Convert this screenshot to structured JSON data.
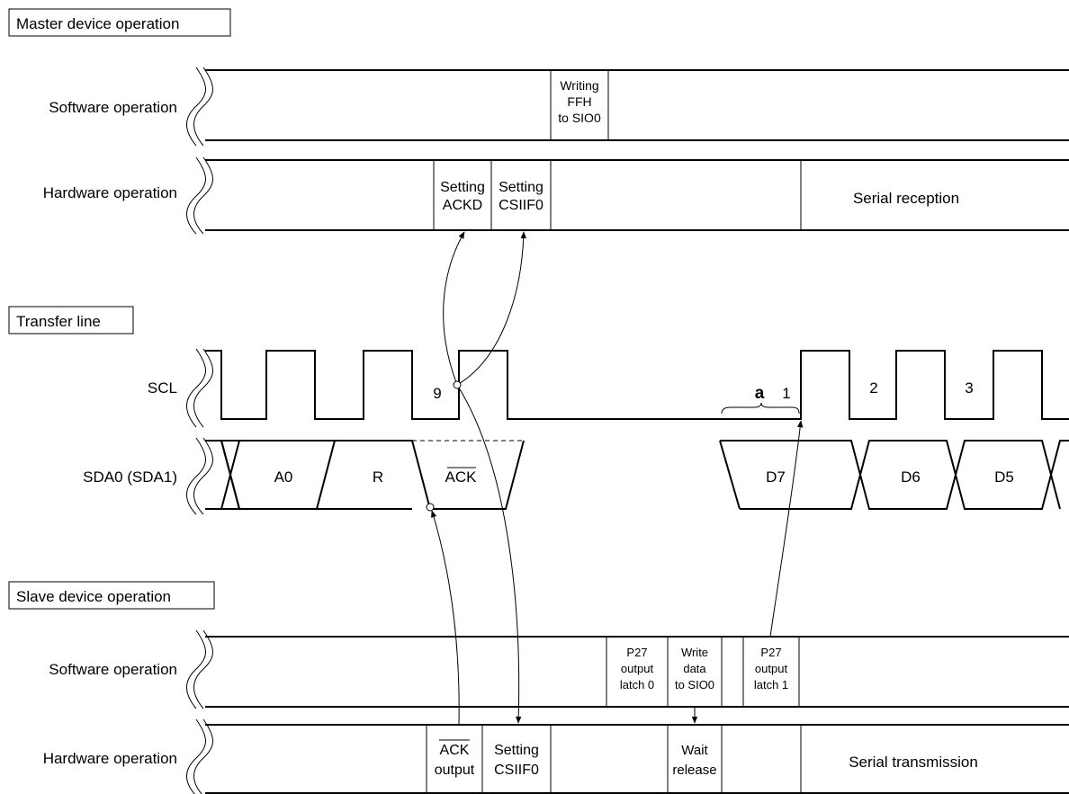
{
  "sections": {
    "master": "Master device operation",
    "transfer": "Transfer line",
    "slave": "Slave device operation"
  },
  "rows": {
    "master_software": "Software operation",
    "master_hardware": "Hardware operation",
    "scl": "SCL",
    "sda": "SDA0 (SDA1)",
    "slave_software": "Software operation",
    "slave_hardware": "Hardware operation"
  },
  "master_software_boxes": {
    "write_ffh": [
      "Writing",
      "FFH",
      "to SIO0"
    ]
  },
  "master_hardware_boxes": {
    "setting_ackd": [
      "Setting",
      "ACKD"
    ],
    "setting_csiif0": [
      "Setting",
      "CSIIF0"
    ],
    "serial_reception": "Serial reception"
  },
  "scl_labels": {
    "clock_9": "9",
    "marker_a": "a",
    "clock_1": "1",
    "clock_2": "2",
    "clock_3": "3"
  },
  "sda_labels": {
    "a0": "A0",
    "r": "R",
    "ack": "ACK",
    "d7": "D7",
    "d6": "D6",
    "d5": "D5"
  },
  "slave_software_boxes": {
    "p27_latch0": [
      "P27",
      "output",
      "latch 0"
    ],
    "write_data": [
      "Write",
      "data",
      "to SIO0"
    ],
    "p27_latch1": [
      "P27",
      "output",
      "latch 1"
    ]
  },
  "slave_hardware_boxes": {
    "ack_output": [
      "ACK",
      "output"
    ],
    "setting_csiif0": [
      "Setting",
      "CSIIF0"
    ],
    "wait_release": [
      "Wait",
      "release"
    ],
    "serial_transmission": "Serial transmission"
  }
}
